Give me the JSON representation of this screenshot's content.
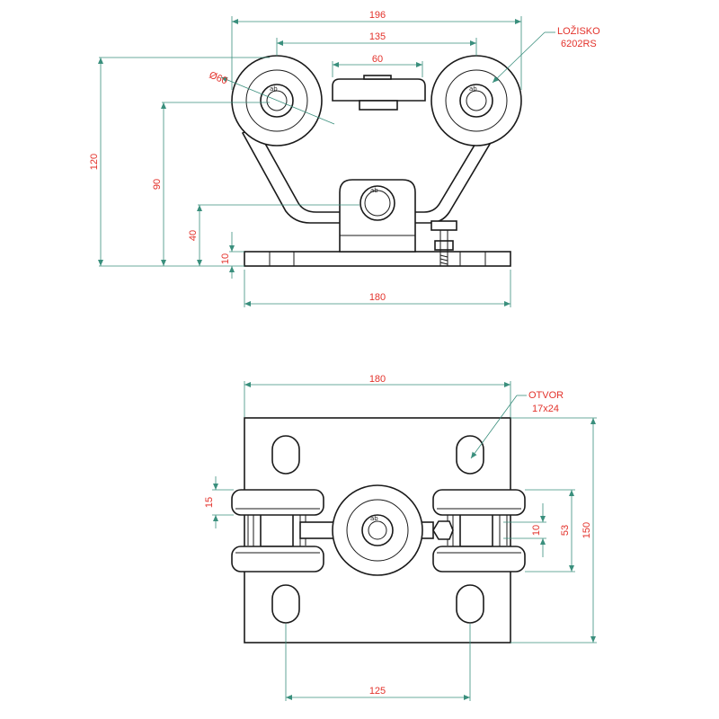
{
  "colors": {
    "outline": "#1a1a1a",
    "dimension_line": "#3a8f7d",
    "dimension_text": "#e3322b",
    "background": "#ffffff"
  },
  "top_view": {
    "dims": {
      "overall_width": "196",
      "wheel_centers": "135",
      "top_block": "60",
      "wheel_diameter": "Ø60",
      "height_total": "120",
      "height_wheel_axis": "90",
      "height_bracket": "40",
      "plate_thickness": "10",
      "base_width": "180"
    },
    "note": {
      "line1": "LOŽISKO",
      "line2": "6202RS"
    }
  },
  "bottom_view": {
    "dims": {
      "plate_width": "180",
      "wheel_width": "15",
      "axle_gap": "10",
      "wheel_span": "53",
      "plate_length": "150",
      "hole_spacing": "125"
    },
    "note": {
      "line1": "OTVOR",
      "line2": "17x24"
    }
  }
}
